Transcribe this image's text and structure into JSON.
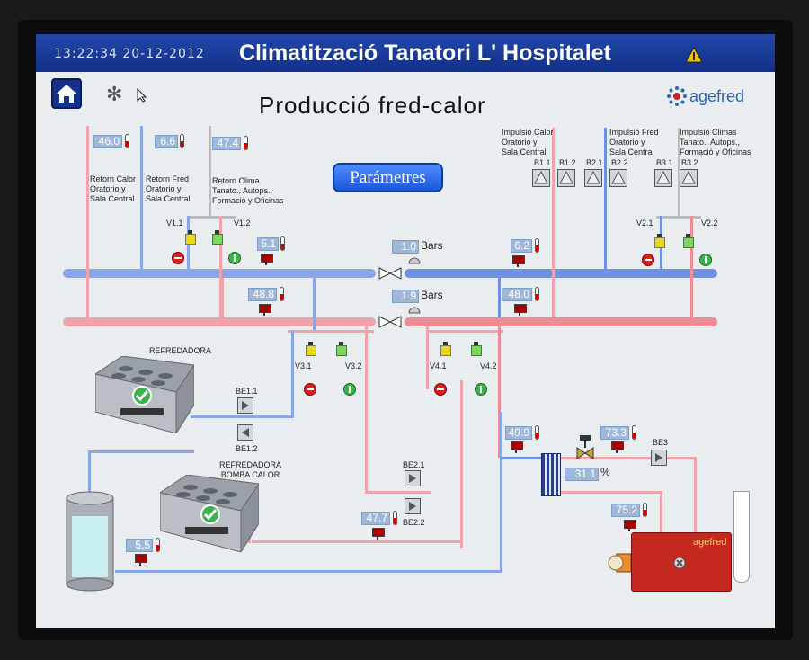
{
  "header": {
    "clock": "13:22:34  20-12-2012",
    "title": "Climatització Tanatori L' Hospitalet"
  },
  "page_title": "Producció  fred-calor",
  "brand": "agefred",
  "params_button": "Parámetres",
  "pressures": [
    {
      "value": "1.0",
      "unit": "Bars"
    },
    {
      "value": "1.9",
      "unit": "Bars"
    }
  ],
  "temps": {
    "t1": "46.0",
    "t2": "6.6",
    "t3": "47.4",
    "t4": "5.1",
    "t5": "6.2",
    "t6": "48.8",
    "t7": "48.0",
    "t8": "49.9",
    "t9": "73.3",
    "t10": "75.2",
    "t11": "47.7",
    "t12": "5.5"
  },
  "percent": {
    "value": "31.1",
    "unit": "%"
  },
  "labels": {
    "retorn_calor": [
      "Retorn Calor",
      "Oratorio y",
      "Sala Central"
    ],
    "retorn_fred": [
      "Retorn Fred",
      "Oratorio y",
      "Sala Central"
    ],
    "retorn_clima": [
      "Retorn Clima",
      "Tanato., Autops.,",
      "Formació y Oficinas"
    ],
    "impulsio_calor": [
      "Impulsió Calor",
      "Oratorio y",
      "Sala Central"
    ],
    "impulsio_fred": [
      "Impulsió Fred",
      "Oratorio y",
      "Sala Central"
    ],
    "impulsio_climas": [
      "Impulsió Climas",
      "Tanato., Autops.,",
      "Formació y Oficinas"
    ]
  },
  "valves": {
    "v11": "V1.1",
    "v12": "V1.2",
    "v21": "V2.1",
    "v22": "V2.2",
    "v31": "V3.1",
    "v32": "V3.2",
    "v41": "V4.1",
    "v42": "V4.2"
  },
  "pumps": {
    "b11": "B1.1",
    "b12": "B1.2",
    "b21": "B2.1",
    "b22": "B2.2",
    "b31": "B3.1",
    "b32": "B3.2",
    "be11": "BE1.1",
    "be12": "BE1.2",
    "be21": "BE2.1",
    "be22": "BE2.2",
    "be3": "BE3"
  },
  "equipment": {
    "refredadora": "REFREDADORA",
    "refredadora_bomba": [
      "REFREDADORA",
      "BOMBA CALOR"
    ],
    "boiler_brand": "agefred"
  },
  "colors": {
    "header": "#1b3d9c",
    "hot_pipe": "#f0a3ab",
    "cold_pipe": "#8aa6e8",
    "value_box": "#9fb8d8"
  }
}
